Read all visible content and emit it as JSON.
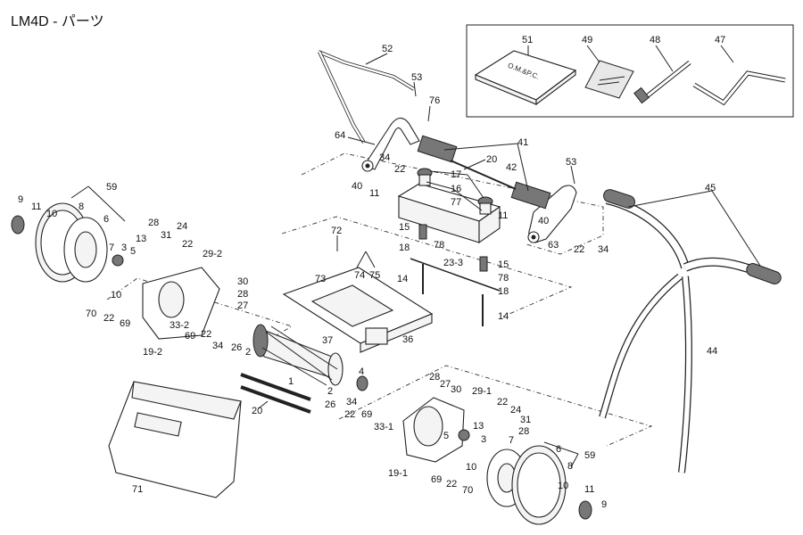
{
  "title": "LM4D - パーツ",
  "manual_label": "O.M.&P.C.",
  "callouts": [
    {
      "id": "c51",
      "text": "51"
    },
    {
      "id": "c49",
      "text": "49"
    },
    {
      "id": "c48",
      "text": "48"
    },
    {
      "id": "c47",
      "text": "47"
    },
    {
      "id": "c52",
      "text": "52"
    },
    {
      "id": "c53a",
      "text": "53"
    },
    {
      "id": "c76",
      "text": "76"
    },
    {
      "id": "c64",
      "text": "64"
    },
    {
      "id": "c34a",
      "text": "34"
    },
    {
      "id": "c22a",
      "text": "22"
    },
    {
      "id": "c40a",
      "text": "40"
    },
    {
      "id": "c11a",
      "text": "11"
    },
    {
      "id": "c41",
      "text": "41"
    },
    {
      "id": "c20a",
      "text": "20"
    },
    {
      "id": "c17",
      "text": "17"
    },
    {
      "id": "c42",
      "text": "42"
    },
    {
      "id": "c16",
      "text": "16"
    },
    {
      "id": "c77",
      "text": "77"
    },
    {
      "id": "c53b",
      "text": "53"
    },
    {
      "id": "c11b",
      "text": "11"
    },
    {
      "id": "c40b",
      "text": "40"
    },
    {
      "id": "c63",
      "text": "63"
    },
    {
      "id": "c22b",
      "text": "22"
    },
    {
      "id": "c34b",
      "text": "34"
    },
    {
      "id": "c45",
      "text": "45"
    },
    {
      "id": "c15a",
      "text": "15"
    },
    {
      "id": "c18a",
      "text": "18"
    },
    {
      "id": "c78a",
      "text": "78"
    },
    {
      "id": "c23_3",
      "text": "23-3"
    },
    {
      "id": "c15b",
      "text": "15"
    },
    {
      "id": "c78b",
      "text": "78"
    },
    {
      "id": "c18b",
      "text": "18"
    },
    {
      "id": "c14a",
      "text": "14"
    },
    {
      "id": "c14b",
      "text": "14"
    },
    {
      "id": "c72",
      "text": "72"
    },
    {
      "id": "c74",
      "text": "74"
    },
    {
      "id": "c75",
      "text": "75"
    },
    {
      "id": "c73",
      "text": "73"
    },
    {
      "id": "c37",
      "text": "37"
    },
    {
      "id": "c36",
      "text": "36"
    },
    {
      "id": "c44",
      "text": "44"
    },
    {
      "id": "c9a",
      "text": "9"
    },
    {
      "id": "c11c",
      "text": "11"
    },
    {
      "id": "c10a",
      "text": "10"
    },
    {
      "id": "c8a",
      "text": "8"
    },
    {
      "id": "c59a",
      "text": "59"
    },
    {
      "id": "c6a",
      "text": "6"
    },
    {
      "id": "c7a",
      "text": "7"
    },
    {
      "id": "c3a",
      "text": "3"
    },
    {
      "id": "c5a",
      "text": "5"
    },
    {
      "id": "c13a",
      "text": "13"
    },
    {
      "id": "c28a",
      "text": "28"
    },
    {
      "id": "c31a",
      "text": "31"
    },
    {
      "id": "c24a",
      "text": "24"
    },
    {
      "id": "c22c",
      "text": "22"
    },
    {
      "id": "c29_2",
      "text": "29-2"
    },
    {
      "id": "c10b",
      "text": "10"
    },
    {
      "id": "c30a",
      "text": "30"
    },
    {
      "id": "c28b",
      "text": "28"
    },
    {
      "id": "c27a",
      "text": "27"
    },
    {
      "id": "c70a",
      "text": "70"
    },
    {
      "id": "c22d",
      "text": "22"
    },
    {
      "id": "c69a",
      "text": "69"
    },
    {
      "id": "c33_2",
      "text": "33-2"
    },
    {
      "id": "c69b",
      "text": "69"
    },
    {
      "id": "c22e",
      "text": "22"
    },
    {
      "id": "c34c",
      "text": "34"
    },
    {
      "id": "c26a",
      "text": "26"
    },
    {
      "id": "c2a",
      "text": "2"
    },
    {
      "id": "c19_2",
      "text": "19-2"
    },
    {
      "id": "c4",
      "text": "4"
    },
    {
      "id": "c1",
      "text": "1"
    },
    {
      "id": "c2b",
      "text": "2"
    },
    {
      "id": "c26b",
      "text": "26"
    },
    {
      "id": "c20b",
      "text": "20"
    },
    {
      "id": "c34d",
      "text": "34"
    },
    {
      "id": "c22f",
      "text": "22"
    },
    {
      "id": "c69c",
      "text": "69"
    },
    {
      "id": "c33_1",
      "text": "33-1"
    },
    {
      "id": "c28c",
      "text": "28"
    },
    {
      "id": "c27b",
      "text": "27"
    },
    {
      "id": "c30b",
      "text": "30"
    },
    {
      "id": "c29_1",
      "text": "29-1"
    },
    {
      "id": "c22g",
      "text": "22"
    },
    {
      "id": "c24b",
      "text": "24"
    },
    {
      "id": "c13b",
      "text": "13"
    },
    {
      "id": "c31b",
      "text": "31"
    },
    {
      "id": "c5b",
      "text": "5"
    },
    {
      "id": "c3b",
      "text": "3"
    },
    {
      "id": "c28d",
      "text": "28"
    },
    {
      "id": "c7b",
      "text": "7"
    },
    {
      "id": "c6b",
      "text": "6"
    },
    {
      "id": "c59b",
      "text": "59"
    },
    {
      "id": "c8b",
      "text": "8"
    },
    {
      "id": "c10c",
      "text": "10"
    },
    {
      "id": "c10d",
      "text": "10"
    },
    {
      "id": "c11d",
      "text": "11"
    },
    {
      "id": "c9b",
      "text": "9"
    },
    {
      "id": "c19_1",
      "text": "19-1"
    },
    {
      "id": "c69d",
      "text": "69"
    },
    {
      "id": "c22h",
      "text": "22"
    },
    {
      "id": "c70b",
      "text": "70"
    },
    {
      "id": "c71",
      "text": "71"
    }
  ]
}
